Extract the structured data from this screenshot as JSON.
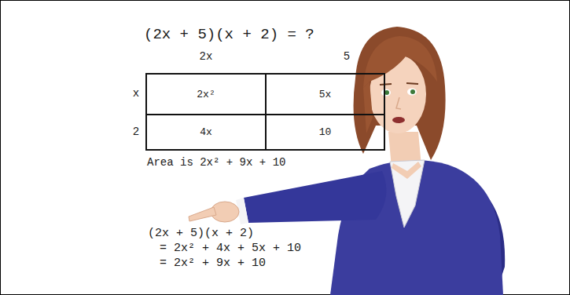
{
  "diagram": {
    "title": "(2x + 5)(x + 2) = ?",
    "nodes": [
      {
        "text": [
          "2x²"
        ]
      },
      {
        "text": [
          "5x"
        ]
      },
      {
        "text": [
          "4x"
        ]
      },
      {
        "text": [
          "10"
        ]
      }
    ],
    "labels": [
      "2x",
      "5",
      "x",
      "2",
      "Area is 2x² + 9x + 10",
      "(2x + 5)(x + 2)",
      "= 2x² + 4x + 5x + 10",
      "= 2x² + 9x + 10"
    ]
  }
}
